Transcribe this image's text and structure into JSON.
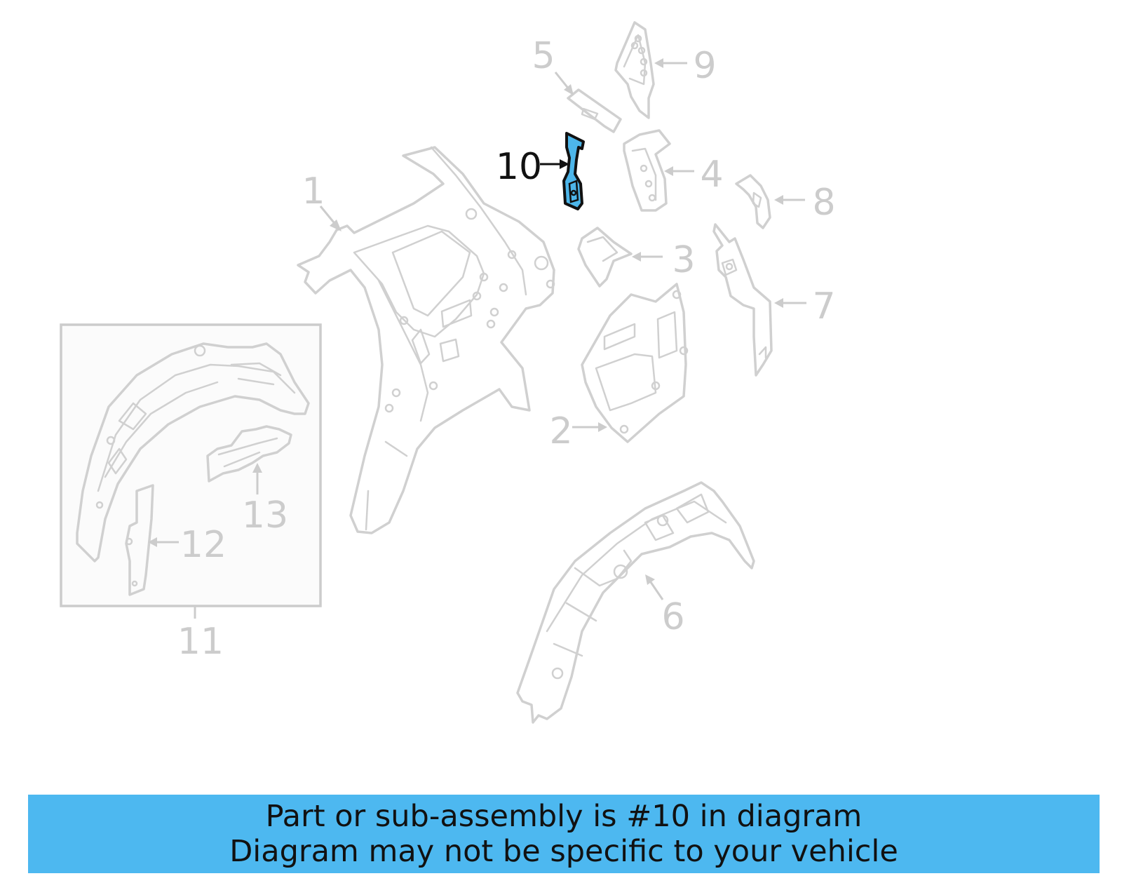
{
  "diagram": {
    "highlighted_part": "10",
    "callouts": [
      "1",
      "2",
      "3",
      "4",
      "5",
      "6",
      "7",
      "8",
      "9",
      "10",
      "11",
      "12",
      "13"
    ],
    "colors": {
      "highlight_fill": "#4db6ea",
      "part_outline": "#d0d0d0",
      "banner_background": "#4db8f0"
    }
  },
  "banner": {
    "line1": "Part or sub-assembly is #10 in diagram",
    "line2": "Diagram may not be specific to your vehicle"
  }
}
